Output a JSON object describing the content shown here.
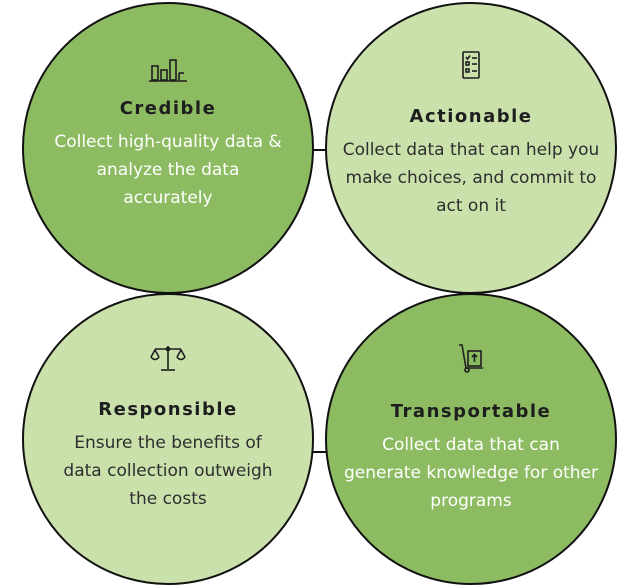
{
  "colors": {
    "dark_green": "#8cbb61",
    "light_green": "#cae1ac",
    "outline": "#111111"
  },
  "circles": [
    {
      "title": "Credible",
      "text": "Collect high-quality data & analyze the data accurately",
      "icon": "bar-chart-icon"
    },
    {
      "title": "Actionable",
      "text": "Collect data that can help you make choices, and commit to act on it",
      "icon": "checklist-icon"
    },
    {
      "title": "Responsible",
      "text": "Ensure the benefits of data collection outweigh the costs",
      "icon": "scales-icon"
    },
    {
      "title": "Transportable",
      "text": "Collect data that can generate knowledge for other programs",
      "icon": "hand-truck-icon"
    }
  ]
}
